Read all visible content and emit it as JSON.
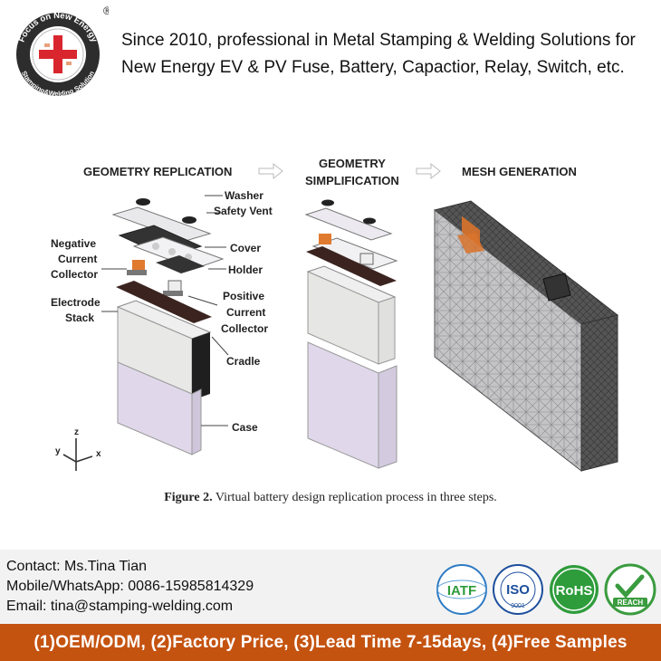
{
  "header": {
    "logo": {
      "ring_top": "Focus on New Energy",
      "ring_bottom": "Stamping&Welding Solution",
      "registered": "®"
    },
    "tagline_line1": "Since 2010, professional in Metal Stamping & Welding Solutions for",
    "tagline_line2": "New Energy EV & PV Fuse, Battery, Capactior, Relay, Switch, etc."
  },
  "figure": {
    "step1_title": "GEOMETRY REPLICATION",
    "step2_title_line1": "GEOMETRY",
    "step2_title_line2": "SIMPLIFICATION",
    "step3_title": "MESH GENERATION",
    "labels": {
      "washer": "Washer",
      "safety_vent": "Safety Vent",
      "negative1": "Negative",
      "negative2": "Current",
      "negative3": "Collector",
      "cover": "Cover",
      "holder": "Holder",
      "positive1": "Positive",
      "positive2": "Current",
      "positive3": "Collector",
      "electrode1": "Electrode",
      "electrode2": "Stack",
      "cradle": "Cradle",
      "case": "Case",
      "axis_z": "z",
      "axis_y": "y",
      "axis_x": "x"
    },
    "caption_bold": "Figure 2.",
    "caption_text": " Virtual battery design replication process in three steps."
  },
  "contact": {
    "name": "Contact: Ms.Tina Tian",
    "phone": "Mobile/WhatsApp: 0086-15985814329",
    "email": "Email: tina@stamping-welding.com"
  },
  "badges": {
    "iatf": "IATF",
    "iso": "ISO",
    "iso_number": "9001",
    "rohs": "RoHS",
    "reach": "REACH"
  },
  "footer": {
    "text": "(1)OEM/ODM, (2)Factory Price, (3)Lead Time 7-15days, (4)Free Samples"
  },
  "colors": {
    "footer_bg": "#c55310",
    "logo_red": "#d9262e",
    "rohs_green": "#2e9c3b",
    "iso_blue": "#1d4f9c",
    "reach_green": "#3a9b3f"
  }
}
